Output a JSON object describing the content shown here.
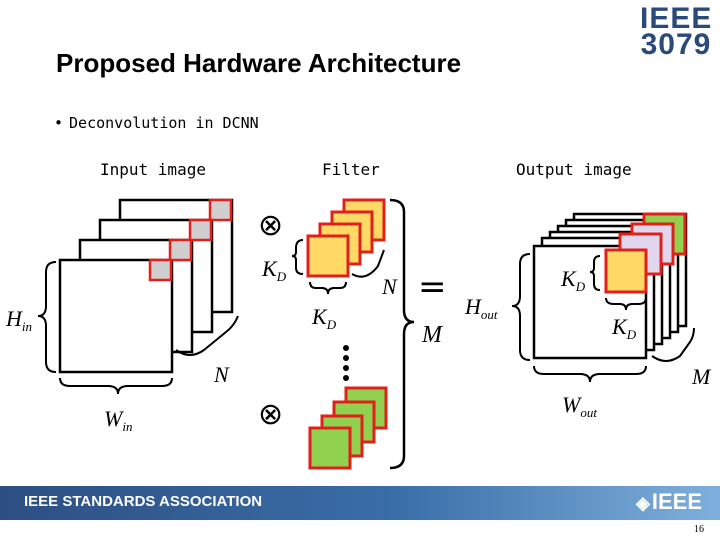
{
  "slide": {
    "title": "Proposed Hardware Architecture",
    "logo_line1": "IEEE",
    "logo_line2": "3079",
    "bullet": "Deconvolution in DCNN",
    "page_number": "16"
  },
  "labels": {
    "input_image": "Input image",
    "filter": "Filter",
    "output_image": "Output image"
  },
  "math": {
    "h_in_base": "H",
    "h_in_sub": "in",
    "w_in_base": "W",
    "w_in_sub": "in",
    "n": "N",
    "kd_base": "K",
    "kd_sub": "D",
    "m": "M",
    "equals": "=",
    "otimes": "⊗",
    "h_out_base": "H",
    "h_out_sub": "out",
    "w_out_base": "W",
    "w_out_sub": "out"
  },
  "footer": {
    "association": "IEEE STANDARDS ASSOCIATION",
    "brand": "IEEE",
    "brand_icon": "diamond-icon"
  },
  "colors": {
    "filter_yellow": "#ffd966",
    "filter_green": "#92d050",
    "filter_border": "#e0201a",
    "highlight_gray": "#d0cece",
    "output_violet": "#e2d6ef",
    "brace": "#000000"
  }
}
